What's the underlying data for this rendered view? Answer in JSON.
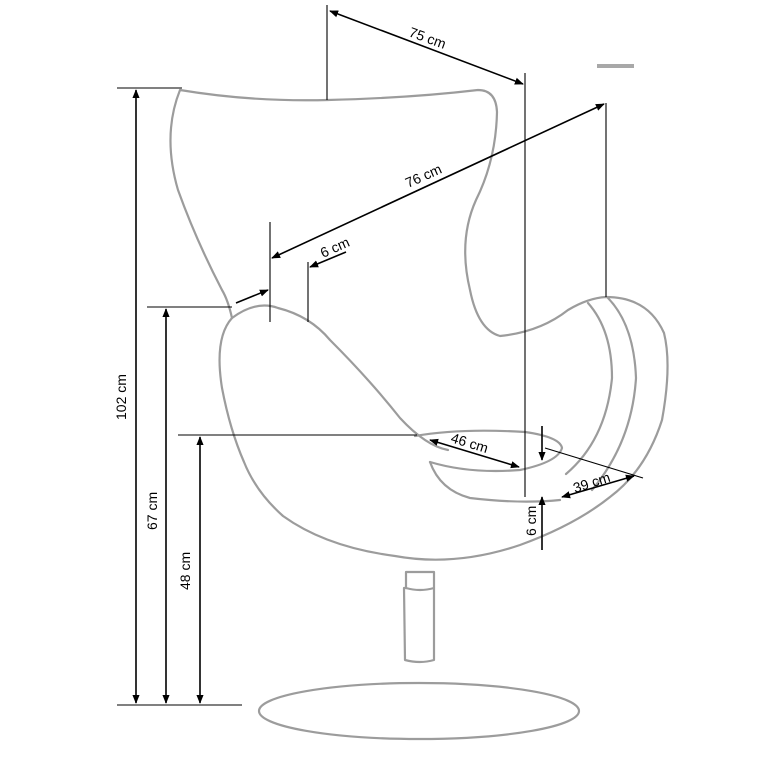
{
  "dimensions": {
    "top_depth": "75 cm",
    "width": "76 cm",
    "arm_thickness": "6 cm",
    "seat_width": "46 cm",
    "seat_depth": "39 cm",
    "seat_thickness": "6 cm",
    "total_height": "102 cm",
    "arm_height": "67 cm",
    "seat_height": "48 cm"
  },
  "colors": {
    "outline": "#9c9c9c",
    "dimension_lines": "#000000",
    "mark": "#a8a8a8"
  }
}
